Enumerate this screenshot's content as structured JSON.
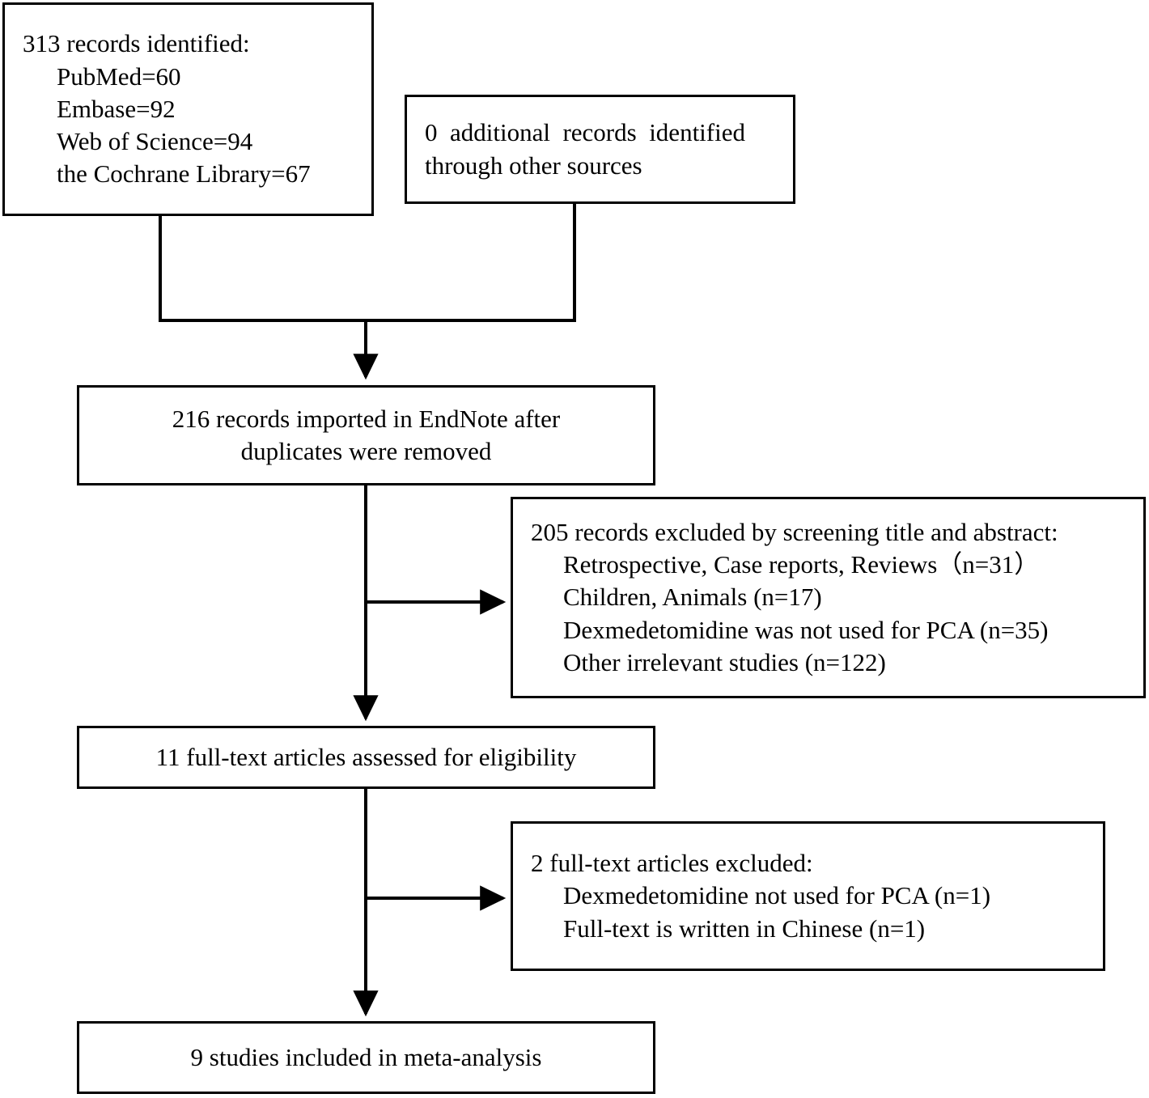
{
  "diagram": {
    "title": "PRISMA study selection flow diagram",
    "line_color": "#000000",
    "box_border_color": "#000000",
    "background_color": "#ffffff",
    "text_color": "#000000"
  },
  "nodes": {
    "identification": {
      "line1": "313 records identified:",
      "line2": "PubMed=60",
      "line3": "Embase=92",
      "line4": "Web of Science=94",
      "line5": "the Cochrane Library=67"
    },
    "other_sources": {
      "line1": "0  additional  records  identified",
      "line2": "through other sources"
    },
    "dedup": {
      "line1": "216 records imported in EndNote after",
      "line2": "duplicates were removed"
    },
    "excluded_screening": {
      "line1": "205 records excluded by screening title and abstract:",
      "line2": "Retrospective, Case reports, Reviews（n=31）",
      "line3": "Children, Animals (n=17)",
      "line4": "Dexmedetomidine was not used for PCA (n=35)",
      "line5": "Other irrelevant studies (n=122)"
    },
    "fulltext_assessed": {
      "line1": "11 full-text articles assessed for eligibility"
    },
    "excluded_fulltext": {
      "line1": "2 full-text articles excluded:",
      "line2": "Dexmedetomidine not used for PCA (n=1)",
      "line3": "Full-text is written in Chinese (n=1)"
    },
    "included": {
      "line1": "9 studies included in meta-analysis"
    }
  },
  "counts": {
    "records_identified_total": 313,
    "pubmed": 60,
    "embase": 92,
    "web_of_science": 94,
    "cochrane_library": 67,
    "additional_other_sources": 0,
    "after_duplicates_removed": 216,
    "excluded_by_screening": 205,
    "excluded_retrospective_case_reviews": 31,
    "excluded_children_animals": 17,
    "excluded_dex_not_pca": 35,
    "excluded_other_irrelevant": 122,
    "fulltext_assessed": 11,
    "fulltext_excluded": 2,
    "fulltext_excluded_dex_not_pca": 1,
    "fulltext_excluded_chinese": 1,
    "studies_included": 9
  }
}
